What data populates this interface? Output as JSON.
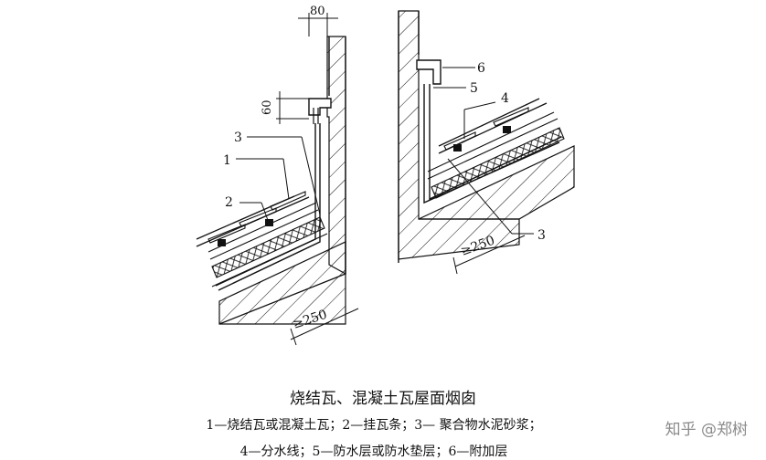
{
  "labels": {
    "dim_80": "80",
    "dim_60": "60",
    "dim_250_left": "≥250",
    "dim_250_right": "≥250",
    "n1": "1",
    "n2": "2",
    "n3_left": "3",
    "n3_right": "3",
    "n4": "4",
    "n5": "5",
    "n6": "6"
  },
  "caption": {
    "title": "烧结瓦、混凝土瓦屋面烟囱",
    "legend_line1": "1—烧结瓦或混凝土瓦；2—挂瓦条；3— 聚合物水泥砂浆；",
    "legend_line2": "4—分水线；5—防水层或防水垫层；6—附加层"
  },
  "watermark": "知乎 @郑树"
}
